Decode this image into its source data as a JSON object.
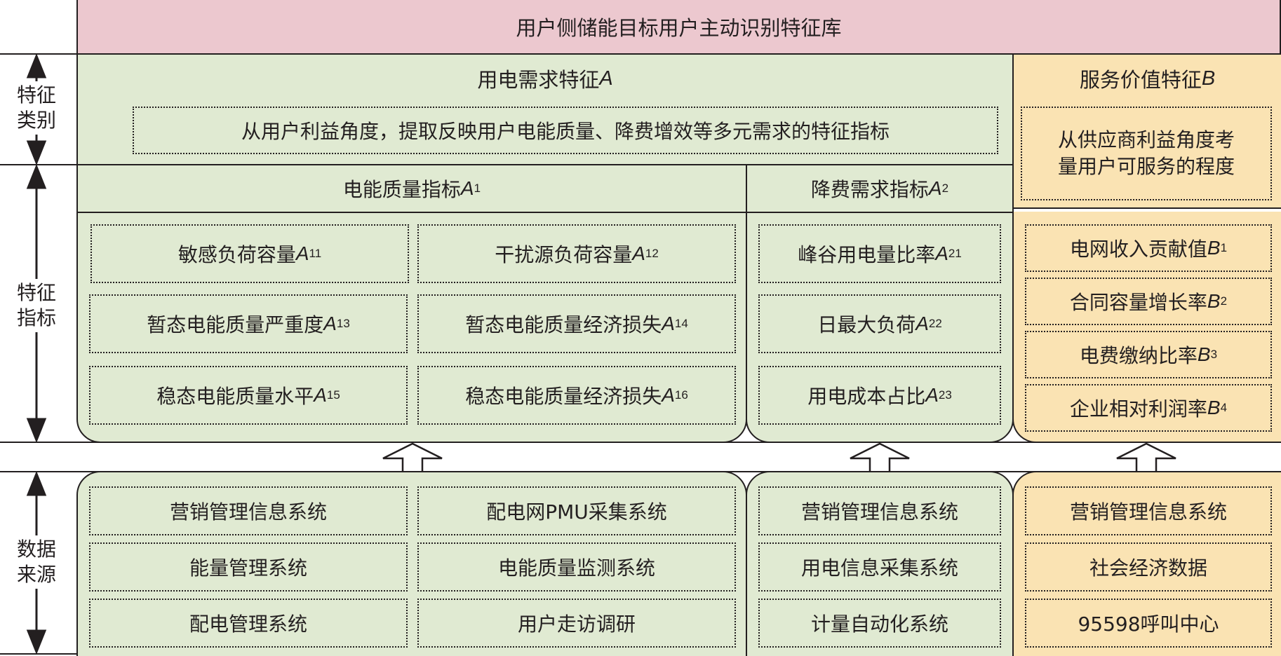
{
  "title": "用户侧储能目标用户主动识别特征库",
  "left_labels": {
    "category": [
      "特征",
      "类别"
    ],
    "indicator": [
      "特征",
      "指标"
    ],
    "source": [
      "数据",
      "来源"
    ]
  },
  "feature_A": {
    "title": "用电需求特征",
    "symbol": "A",
    "description": "从用户利益角度，提取反映用户电能质量、降费增效等多元需求的特征指标"
  },
  "feature_B": {
    "title": "服务价值特征",
    "symbol": "B",
    "description_lines": [
      "从供应商利益角度考",
      "量用户可服务的程度"
    ]
  },
  "group_A1": {
    "title": "电能质量指标",
    "symbol": "A",
    "sub": "1",
    "items": [
      {
        "label": "敏感负荷容量",
        "symbol": "A",
        "sub": "11"
      },
      {
        "label": "干扰源负荷容量",
        "symbol": "A",
        "sub": "12"
      },
      {
        "label": "暂态电能质量严重度",
        "symbol": "A",
        "sub": "13"
      },
      {
        "label": "暂态电能质量经济损失",
        "symbol": "A",
        "sub": "14"
      },
      {
        "label": "稳态电能质量水平",
        "symbol": "A",
        "sub": "15"
      },
      {
        "label": "稳态电能质量经济损失",
        "symbol": "A",
        "sub": "16"
      }
    ]
  },
  "group_A2": {
    "title": "降费需求指标",
    "symbol": "A",
    "sub": "2",
    "items": [
      {
        "label": "峰谷用电量比率",
        "symbol": "A",
        "sub": "21"
      },
      {
        "label": "日最大负荷",
        "symbol": "A",
        "sub": "22"
      },
      {
        "label": "用电成本占比",
        "symbol": "A",
        "sub": "23"
      }
    ]
  },
  "group_B": {
    "items": [
      {
        "label": "电网收入贡献值",
        "symbol": "B",
        "sub": "1"
      },
      {
        "label": "合同容量增长率",
        "symbol": "B",
        "sub": "2"
      },
      {
        "label": "电费缴纳比率",
        "symbol": "B",
        "sub": "3"
      },
      {
        "label": "企业相对利润率",
        "symbol": "B",
        "sub": "4"
      }
    ]
  },
  "sources_A1": [
    "营销管理信息系统",
    "配电网PMU采集系统",
    "能量管理系统",
    "电能质量监测系统",
    "配电管理系统",
    "用户走访调研"
  ],
  "sources_A2": [
    "营销管理信息系统",
    "用电信息采集系统",
    "计量自动化系统"
  ],
  "sources_B": [
    "营销管理信息系统",
    "社会经济数据",
    "95598呼叫中心"
  ],
  "colors": {
    "title_bg": "#ecc8cf",
    "green_bg": "#e0ead2",
    "yellow_bg": "#fae3b3",
    "line": "#231f20"
  }
}
